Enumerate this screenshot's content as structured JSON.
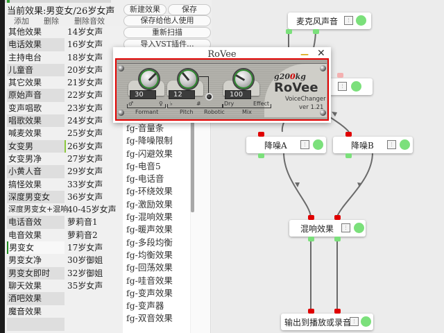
{
  "header": {
    "current_effect_label": "当前效果:",
    "current_effect_value": "男变女/26岁女声"
  },
  "left_actions": {
    "add": "添加",
    "delete": "删除",
    "delete_sound": "删除音效"
  },
  "effect_categories": [
    "其他效果",
    "电话效果",
    "主持电台",
    "儿童音",
    "其它效果",
    "原始声音",
    "变声唱歌",
    "唱歌效果",
    "喊麦效果",
    "女变男",
    "女变男净",
    "小黄人音",
    "搞怪效果",
    "深度男变女",
    "深度男变女+混响",
    "电话音效",
    "电音效果",
    "男变女",
    "男变女净",
    "男变女即时",
    "聊天效果",
    "酒吧效果",
    "魔音效果"
  ],
  "selected_category": "男变女",
  "effect_presets": [
    "14岁女声",
    "16岁女声",
    "18岁女声",
    "20岁女声",
    "21岁女声",
    "22岁女声",
    "23岁女声",
    "24岁女声",
    "25岁女声",
    "26岁女声",
    "27岁女声",
    "29岁女声",
    "33岁女声",
    "36岁女声",
    "40-45岁女声",
    "萝莉音1",
    "萝莉音2",
    "17岁女声",
    "30岁御姐",
    "32岁御姐",
    "35岁女声"
  ],
  "selected_preset": "26岁女声",
  "toolbar": {
    "new_effect": "新建效果",
    "save": "保存",
    "save_for_others": "保存给他人使用",
    "rescan": "重新扫描",
    "import_vst": "导入VST插件..."
  },
  "plugins": [
    "fg-音量条",
    "fg-降噪限制",
    "fg-闪避效果",
    "fg-电音5",
    "fg-电话音",
    "fg-环绕效果",
    "fg-激励效果",
    "fg-混响效果",
    "fg-暖声效果",
    "fg-多段均衡",
    "fg-均衡效果",
    "fg-回荡效果",
    "fg-哇音效果",
    "fg-变声效果",
    "fg-变声器",
    "fg-双音效果"
  ],
  "rovee": {
    "window_title": "RoVee",
    "minimize": "—",
    "close": "✕",
    "formant_value": "30",
    "pitch_value": "12",
    "mix_value": "100",
    "formant_label": "Formant",
    "pitch_label": "Pitch",
    "robotic_label": "Robotic",
    "mix_label": "Mix",
    "male_symbol": "♂",
    "female_symbol": "♀",
    "flat_symbol": "♭",
    "sharp_symbol": "#",
    "dry_label": "Dry",
    "effect_label": "Effect",
    "brand_pre": "g20",
    "brand_o": "0",
    "brand_post": "kg",
    "product_name": "RoVee",
    "product_sub": "VoiceChanger",
    "version": "ver 1.21"
  },
  "graph": {
    "nodes": {
      "mic": "麦克风声音",
      "rovee": "",
      "denoise_a": "降噪A",
      "denoise_b": "降噪B",
      "reverb": "混响效果",
      "output": "输出到播放或录音"
    },
    "eq_icon": "⫶",
    "colors": {
      "active_led": "#7be07b",
      "input_pin": "#e00000",
      "output_pin": "#7be07b",
      "highlight_border": "#e00000"
    }
  }
}
